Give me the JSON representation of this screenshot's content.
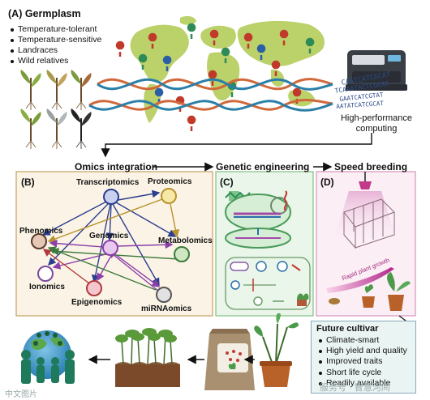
{
  "panel_a": {
    "title": "(A)  Germplasm",
    "items": [
      "Temperature-tolerant",
      "Temperature-sensitive",
      "Landraces",
      "Wild relatives"
    ],
    "computer_label_line1": "High-performance",
    "computer_label_line2": "computing",
    "dna_text_line1": "CAATCATCGCAT",
    "dna_text_line2": "TCAAATACTCGCAT",
    "dna_text_line3": "GAATCATCGTAT",
    "dna_text_line4": "AATATCATCGCAT"
  },
  "flow": {
    "omics": "Omics integration",
    "genetic": "Genetic engineering",
    "speed": "Speed breeding"
  },
  "panel_b": {
    "label": "(B)",
    "nodes": {
      "transcriptomics": "Transcriptomics",
      "proteomics": "Proteomics",
      "phenomics": "Phenomics",
      "genomics": "Genomics",
      "metabolomics": "Metabolomics",
      "ionomics": "Ionomics",
      "epigenomics": "Epigenomics",
      "mirnaomics": "miRNAomics"
    }
  },
  "panel_c": {
    "label": "(C)"
  },
  "panel_d": {
    "label": "(D)",
    "growth_text": "Rapid plant growth"
  },
  "future": {
    "title": "Future cultivar",
    "items": [
      "Climate-smart",
      "High yield and quality",
      "Improved traits",
      "Short life cycle",
      "Readily available"
    ]
  },
  "watermark": {
    "left": "中文图片",
    "right": "服务号 · 智慧河间"
  },
  "colors": {
    "panel_b_bg": "#fbf4e6",
    "panel_b_border": "#c8a46a",
    "panel_c_bg": "#e9f6e9",
    "panel_c_border": "#8ac48a",
    "panel_d_bg": "#fbeef5",
    "panel_d_border": "#d99cc0",
    "future_bg": "#eaf4f3",
    "world_map": "#b8cf63"
  }
}
